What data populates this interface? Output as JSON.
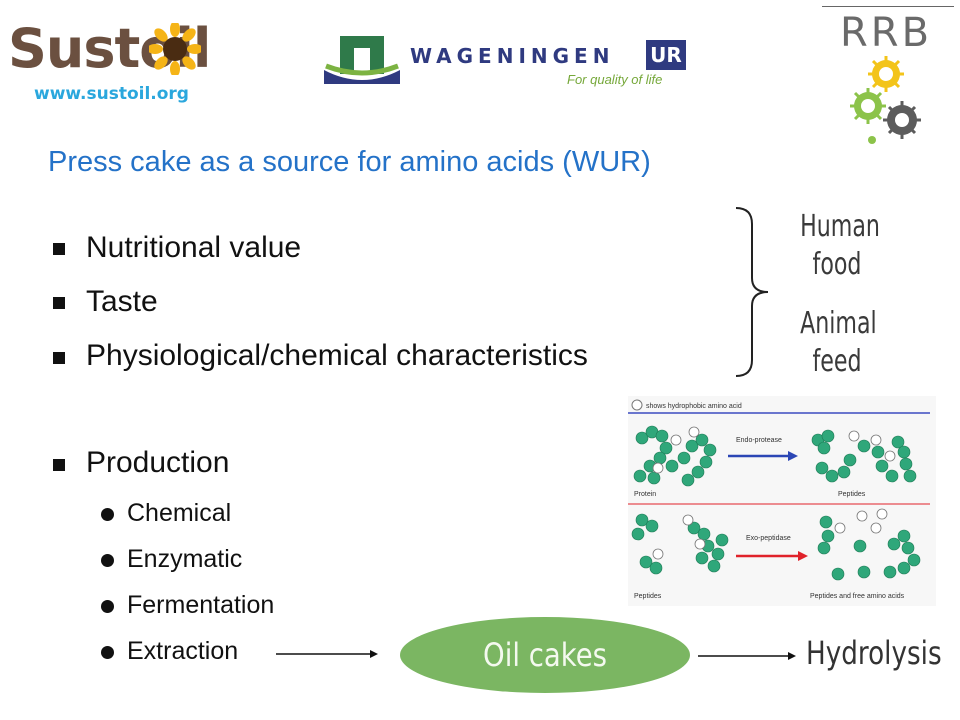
{
  "header": {
    "sustoil_logo": "Sustoil",
    "sustoil_url": "www.sustoil.org",
    "wur_name": "WAGENINGEN",
    "wur_ur": "UR",
    "wur_tagline": "For quality of life",
    "rrb_logo": "RRB"
  },
  "title": "Press cake as a source for amino acids (WUR)",
  "bullets": [
    "Nutritional value",
    "Taste",
    "Physiological/chemical characteristics"
  ],
  "production": {
    "label": "Production",
    "items": [
      "Chemical",
      "Enzymatic",
      "Fermentation",
      "Extraction"
    ]
  },
  "brace_labels": {
    "human_food": [
      "Human",
      "food"
    ],
    "animal_feed": [
      "Animal",
      "feed"
    ]
  },
  "diagram": {
    "legend": "shows hydrophobic amino acid",
    "endo_label": "Endo-protease",
    "exo_label": "Exo-peptidase",
    "protein": "Protein",
    "peptides_top": "Peptides",
    "peptides_bottom_left": "Peptides",
    "peptides_free": "Peptides and free amino acids"
  },
  "flow": {
    "oil_cakes": "Oil cakes",
    "hydrolysis": "Hydrolysis"
  },
  "colors": {
    "title": "#2472c8",
    "oil_cakes": "#7bb662",
    "endo_arrow": "#2b46b5",
    "exo_arrow": "#e0222a",
    "bead": "#2fa77a"
  }
}
